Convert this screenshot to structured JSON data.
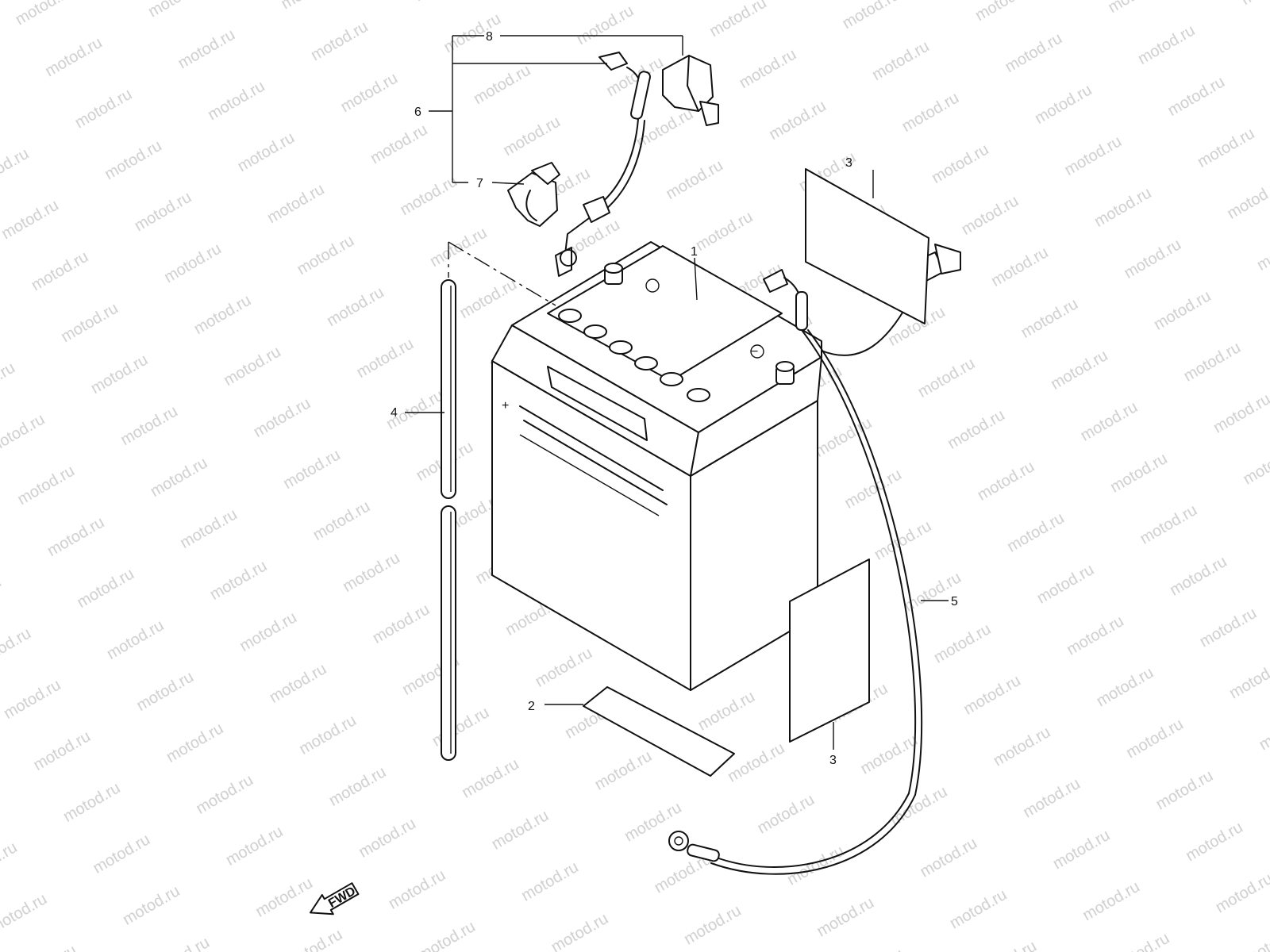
{
  "watermark": "motod.ru",
  "callouts": {
    "c1": "1",
    "c2": "2",
    "c3_top": "3",
    "c3_bottom": "3",
    "c4": "4",
    "c5": "5",
    "c6": "6",
    "c7": "7",
    "c8": "8"
  },
  "terminal_marks": {
    "positive": "+",
    "negative": "−"
  },
  "fwd_arrow": {
    "label": "FWD"
  }
}
